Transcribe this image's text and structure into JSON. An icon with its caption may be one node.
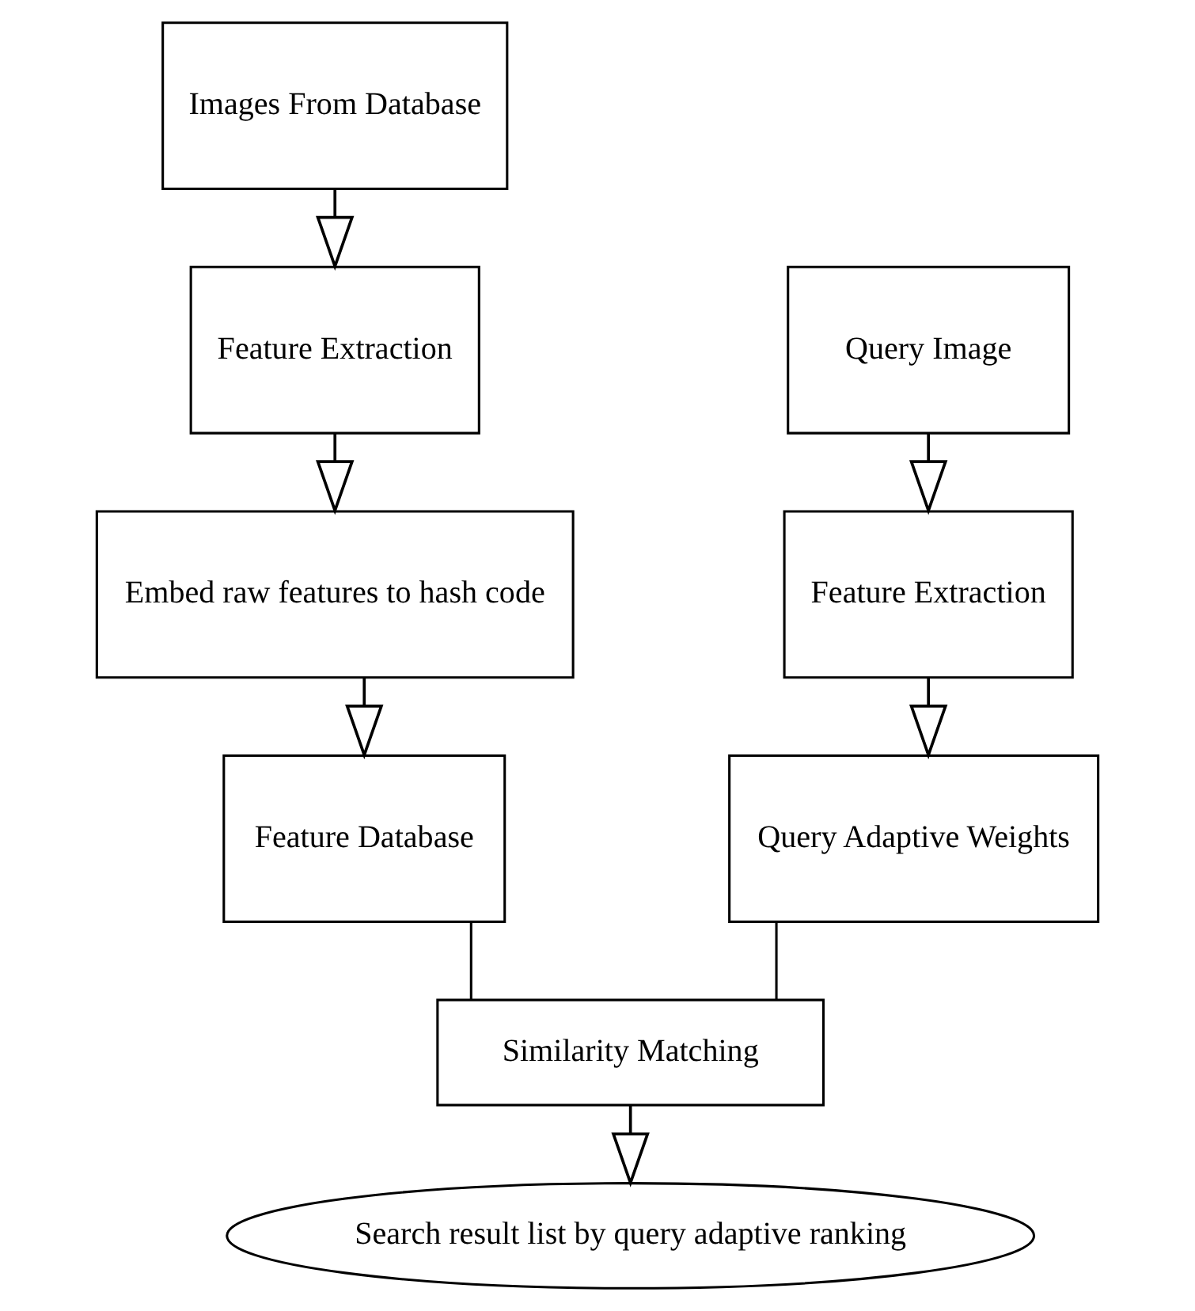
{
  "diagram": {
    "nodes": [
      {
        "text": [
          "Images From Database"
        ]
      },
      {
        "text": [
          "Feature Extraction"
        ]
      },
      {
        "text": [
          "Embed raw features to hash code"
        ]
      },
      {
        "text": [
          "Feature Database"
        ]
      },
      {
        "text": [
          "Query Image"
        ]
      },
      {
        "text": [
          "Feature Extraction"
        ]
      },
      {
        "text": [
          "Query Adaptive Weights"
        ]
      },
      {
        "text": [
          "Similarity Matching"
        ]
      },
      {
        "text": [
          "Search result list by query adaptive ranking"
        ]
      }
    ],
    "edges": [
      {
        "from": 0,
        "to": 1,
        "arrow": "to"
      },
      {
        "from": 1,
        "to": 2,
        "arrow": "to"
      },
      {
        "from": 2,
        "to": 3,
        "arrow": "to"
      },
      {
        "from": 4,
        "to": 5,
        "arrow": "to"
      },
      {
        "from": 5,
        "to": 6,
        "arrow": "to"
      },
      {
        "from": 3,
        "to": 7,
        "arrow": "none"
      },
      {
        "from": 6,
        "to": 7,
        "arrow": "none"
      },
      {
        "from": 7,
        "to": 8,
        "arrow": "to"
      }
    ]
  }
}
